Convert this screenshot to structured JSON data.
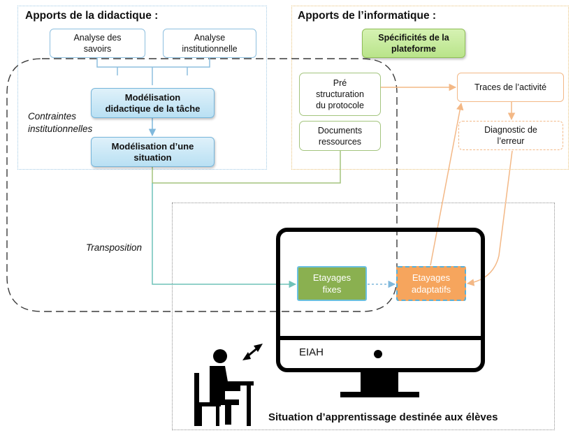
{
  "sections": {
    "didactique_title": "Apports de la didactique :",
    "informatique_title": "Apports de l’informatique :",
    "situation_title": "Situation d’apprentissage destinée aux élèves"
  },
  "labels": {
    "contraintes": "Contraintes\ninstitutionnelles",
    "transposition": "Transposition",
    "eiah": "EIAH"
  },
  "boxes": {
    "analyse_savoirs": "Analyse des\nsavoirs",
    "analyse_institutionnelle": "Analyse\ninstitutionnelle",
    "modelisation_tache": "Modélisation\ndidactique de la tâche",
    "modelisation_situation": "Modélisation d’une\nsituation",
    "specificites": "Spécificités de la\nplateforme",
    "pre_structuration": "Pré\nstructuration\ndu protocole",
    "documents": "Documents\nressources",
    "traces": "Traces de l’activité",
    "diagnostic": "Diagnostic de\nl’erreur",
    "etayages_fixes": "Etayages\nfixes",
    "etayages_adaptatifs": "Etayages\nadaptatifs"
  },
  "colors": {
    "didactique_blue": "#8dbfdf",
    "informatique_green": "#a3c47d",
    "activite_orange": "#f3b886",
    "etayages_fixes_fill": "#8ab050",
    "etayages_adaptatifs_fill": "#f6a55d"
  },
  "icons": {
    "student": "student-at-desk-icon",
    "interaction": "double-arrow-icon",
    "computer": "monitor-icon"
  }
}
